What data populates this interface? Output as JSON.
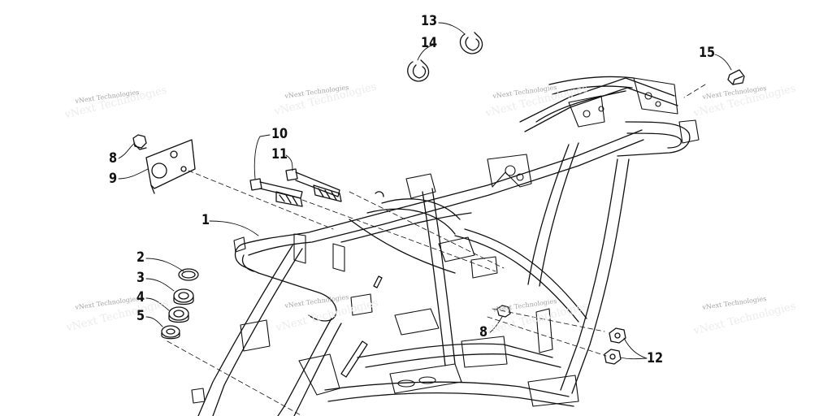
{
  "watermark": {
    "text": "vNext Technologies"
  },
  "callouts": {
    "c1": "1",
    "c2": "2",
    "c3": "3",
    "c4": "4",
    "c5": "5",
    "c8a": "8",
    "c8b": "8",
    "c9": "9",
    "c10": "10",
    "c11": "11",
    "c12": "12",
    "c13": "13",
    "c14": "14",
    "c15": "15"
  }
}
